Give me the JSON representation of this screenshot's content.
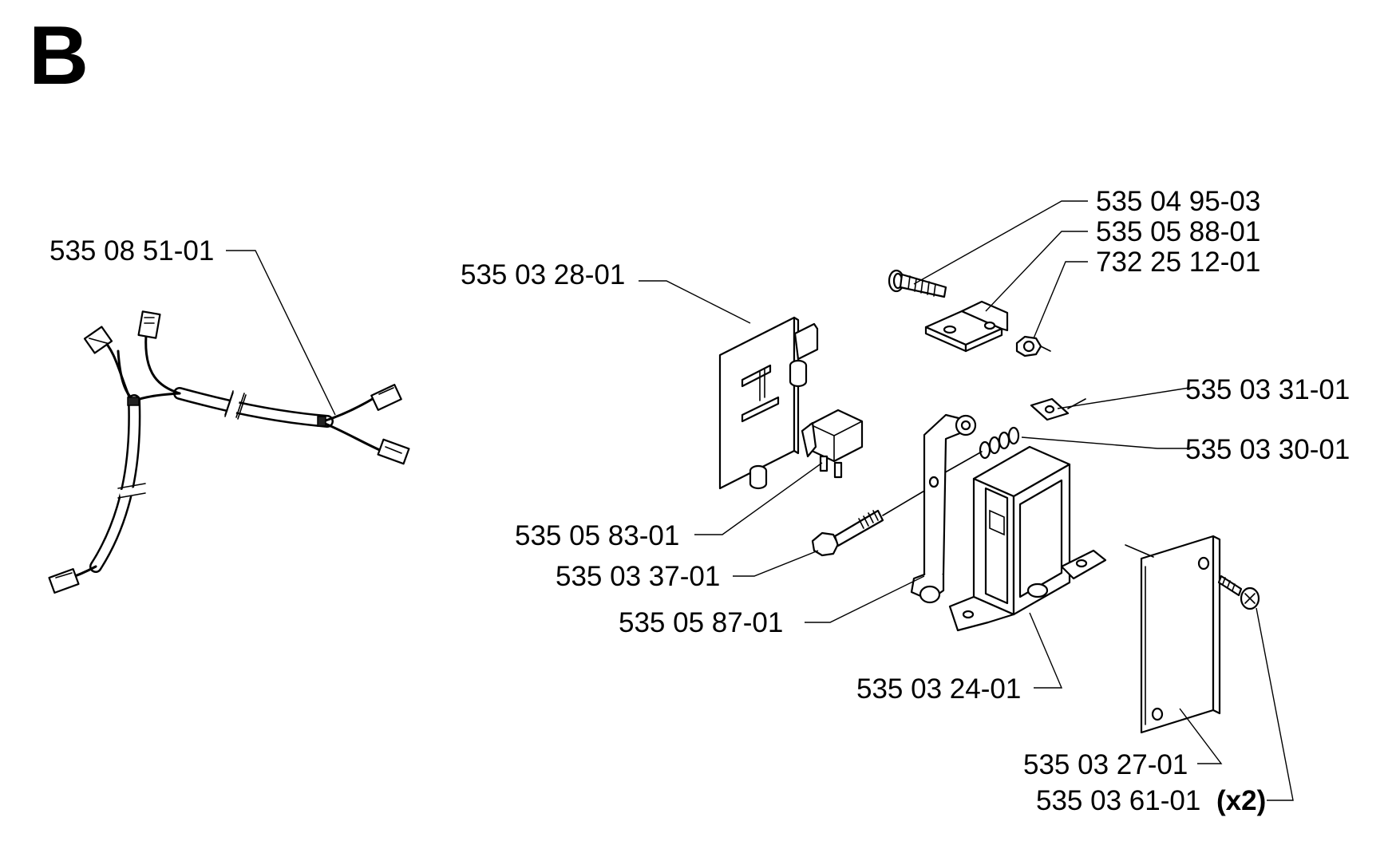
{
  "section": "B",
  "parts": [
    {
      "id": "p1",
      "number": "535 08 51-01",
      "qty": ""
    },
    {
      "id": "p2",
      "number": "535 03 28-01",
      "qty": ""
    },
    {
      "id": "p3",
      "number": "535 04 95-03",
      "qty": ""
    },
    {
      "id": "p4",
      "number": "535 05 88-01",
      "qty": ""
    },
    {
      "id": "p5",
      "number": "732 25 12-01",
      "qty": ""
    },
    {
      "id": "p6",
      "number": "535 03 31-01",
      "qty": ""
    },
    {
      "id": "p7",
      "number": "535 03 30-01",
      "qty": ""
    },
    {
      "id": "p8",
      "number": "535 05 83-01",
      "qty": ""
    },
    {
      "id": "p9",
      "number": "535 03 37-01",
      "qty": ""
    },
    {
      "id": "p10",
      "number": "535 05 87-01",
      "qty": ""
    },
    {
      "id": "p11",
      "number": "535 03 24-01",
      "qty": ""
    },
    {
      "id": "p12",
      "number": "535 03 27-01",
      "qty": ""
    },
    {
      "id": "p13",
      "number": "535 03 61-01",
      "qty": "(x2)"
    }
  ]
}
